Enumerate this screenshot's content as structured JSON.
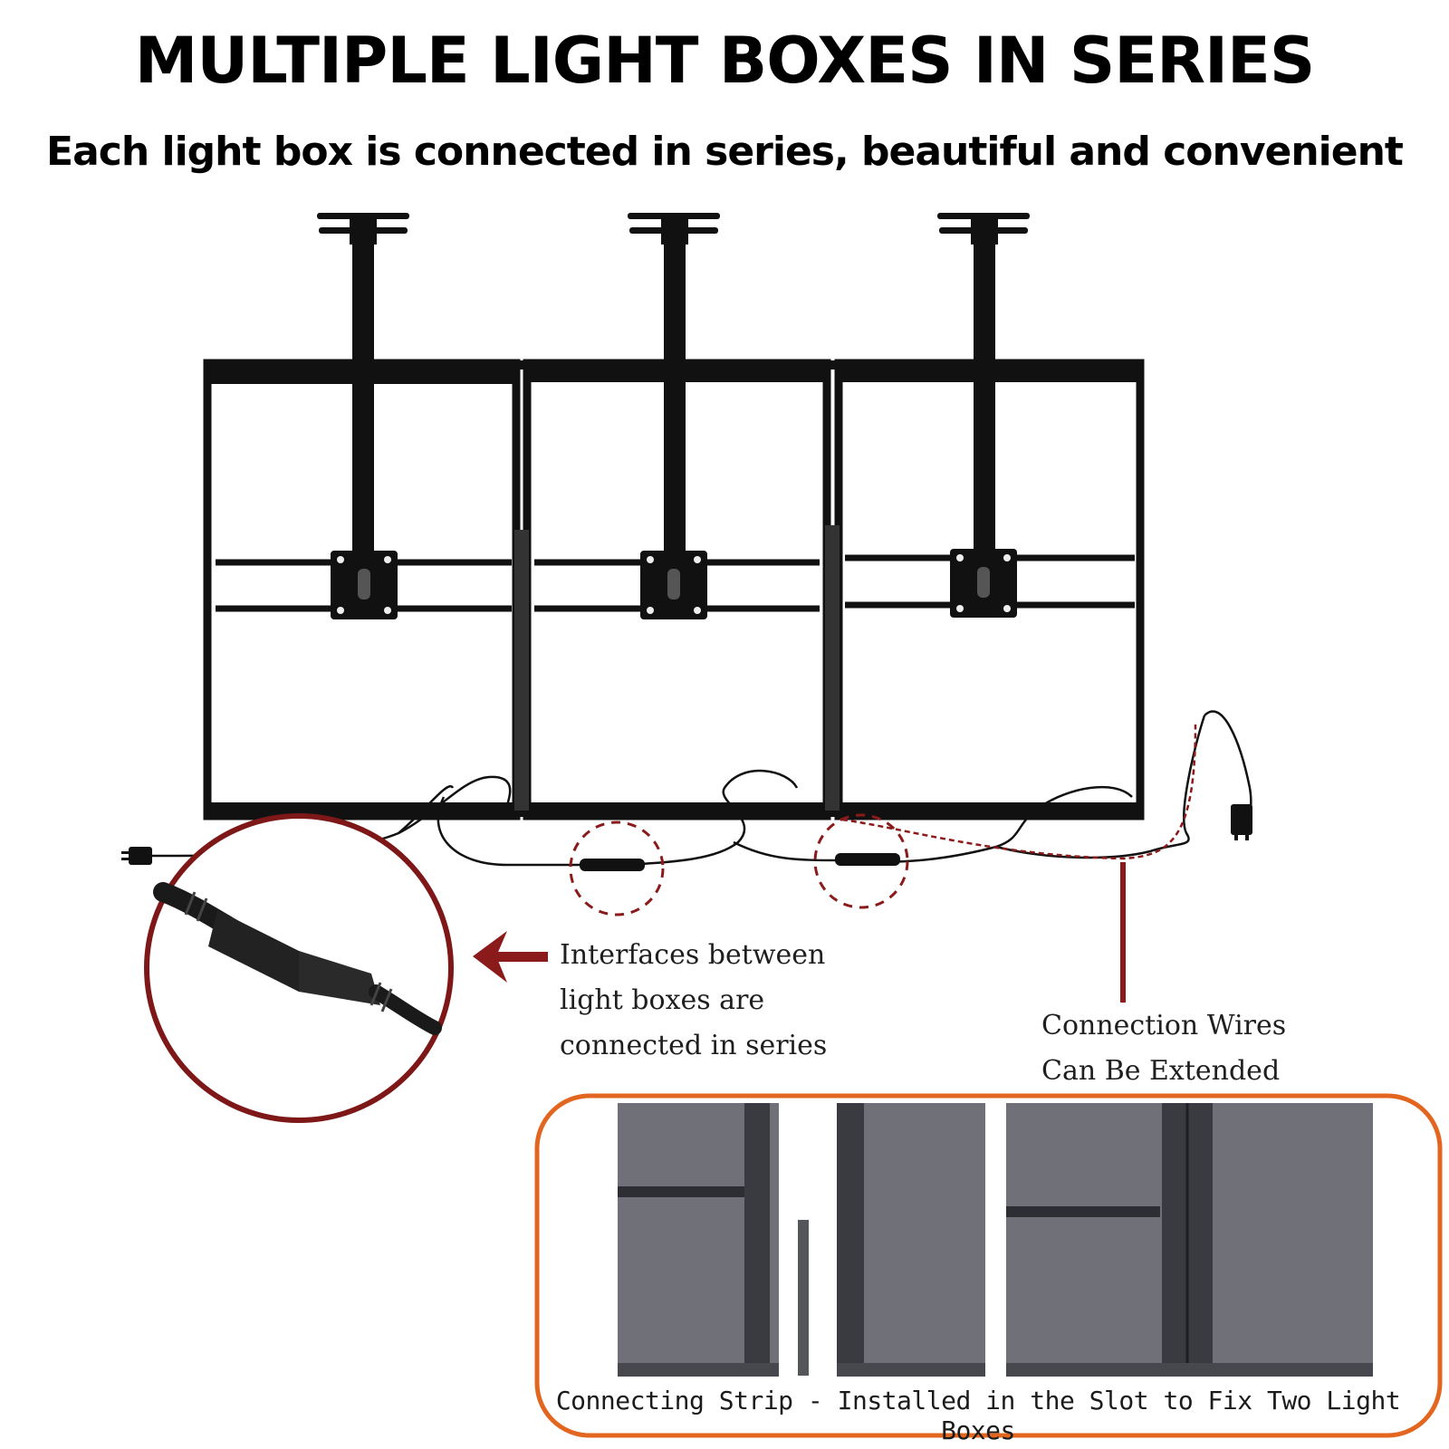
{
  "header": {
    "title": "MULTIPLE LIGHT BOXES IN SERIES",
    "subtitle": "Each light box is connected in series, beautiful and convenient"
  },
  "callouts": {
    "interfaces": [
      "Interfaces between",
      "light boxes are",
      "connected in series"
    ],
    "wires": [
      "Connection Wires",
      "Can Be Extended"
    ]
  },
  "detail_panel": {
    "caption": "Connecting Strip - Installed in the Slot to Fix Two Light Boxes"
  },
  "colors": {
    "frame": "#111111",
    "callout_red": "#8b1a1a",
    "panel_border": "#e2661f",
    "panel_gray": "#6f7078"
  },
  "icons": [
    "ceiling-mount-icon",
    "vesa-bracket-icon",
    "power-plug-icon",
    "cable-connector-icon",
    "arrow-left-icon"
  ]
}
